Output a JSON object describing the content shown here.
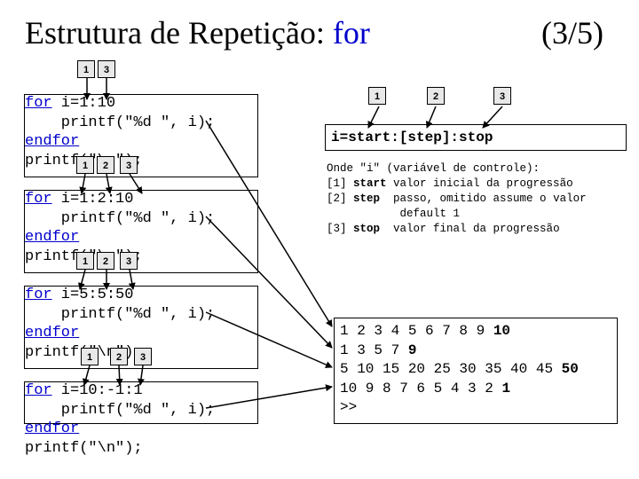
{
  "title": {
    "prefix": "Estrutura de Repetição: ",
    "keyword": "for",
    "page": "(3/5)"
  },
  "tags": {
    "one": "1",
    "two": "2",
    "three": "3"
  },
  "kw": {
    "for": "for",
    "endfor": "endfor"
  },
  "blocks": [
    {
      "for_rest": " i=1:10",
      "body": "    printf(\"%d \", i);",
      "post": "printf(\"\\n\");"
    },
    {
      "for_rest": " i=1:2:10",
      "body": "    printf(\"%d \", i);",
      "post": "printf(\"\\n\");"
    },
    {
      "for_rest": " i=5:5:50",
      "body": "    printf(\"%d \", i);",
      "post": "printf(\"\\n\");"
    },
    {
      "for_rest": " i=10:-1:1",
      "body": "    printf(\"%d \", i);",
      "post": "printf(\"\\n\");"
    }
  ],
  "syntax": "i=start:[step]:stop",
  "description": {
    "header": "Onde \"i\" (variável de controle):",
    "rows": [
      {
        "num": "[1] ",
        "term": "start",
        "text": " valor inicial da progressão"
      },
      {
        "num": "[2] ",
        "term": "step",
        "text": "  passo, omitido assume o valor"
      },
      {
        "num": "",
        "term": "",
        "text": "           default 1"
      },
      {
        "num": "[3] ",
        "term": "stop",
        "text": "  valor final da progressão"
      }
    ]
  },
  "output": [
    {
      "nums": "1 2 3 4 5 6 7 8 9 ",
      "last": "10"
    },
    {
      "nums": "1 3 5 7 ",
      "last": "9"
    },
    {
      "nums": "5 10 15 20 25 30 35 40 45 ",
      "last": "50"
    },
    {
      "nums": "10 9 8 7 6 5 4 3 2 ",
      "last": "1"
    },
    {
      "nums": ">>",
      "last": ""
    }
  ]
}
